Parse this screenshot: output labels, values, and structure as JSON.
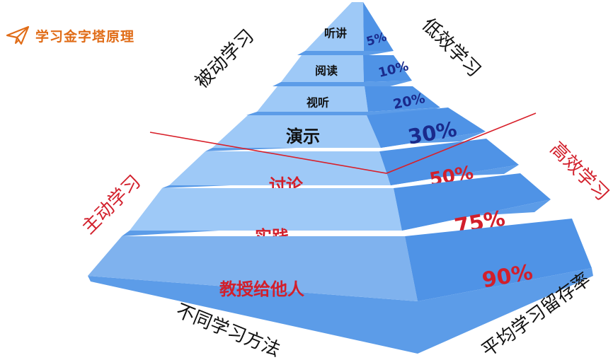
{
  "title": "学习金字塔原理",
  "side_labels": {
    "passive": "被动学习",
    "active": "主动学习",
    "low": "低效学习",
    "high": "高效学习",
    "methods": "不同学习方法",
    "retention": "平均学习留存率"
  },
  "layers": [
    {
      "method": "听讲",
      "rate": "5%"
    },
    {
      "method": "阅读",
      "rate": "10%"
    },
    {
      "method": "视听",
      "rate": "20%"
    },
    {
      "method": "演示",
      "rate": "30%"
    },
    {
      "method": "讨论",
      "rate": "50%"
    },
    {
      "method": "实践",
      "rate": "75%"
    },
    {
      "method": "教授给他人",
      "rate": "90%"
    }
  ],
  "colors": {
    "title": "#e06c17",
    "front": "#9ec9f7",
    "front_bottom": "#7fb2ee",
    "right": "#4f93e6",
    "edge": "#5c9ce8",
    "passive_text": "#111111",
    "active_text": "#d21f2b",
    "passive_rate": "#1a2a8c",
    "divider": "#d8202a"
  }
}
